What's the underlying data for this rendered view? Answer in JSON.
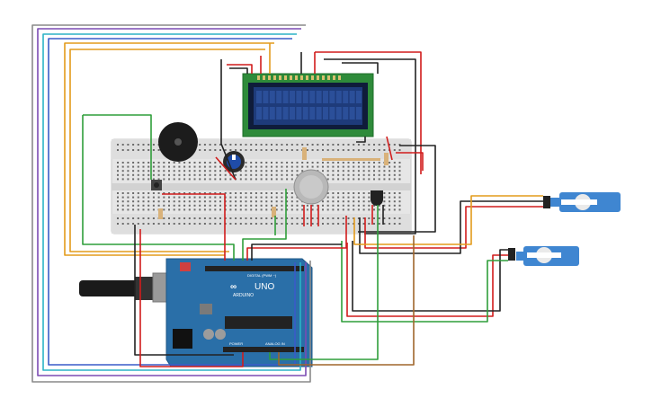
{
  "circuit": {
    "board": {
      "logo": "∞",
      "model": "UNO",
      "brand": "ARDUINO",
      "header_digital": "DIGITAL (PWM ~)",
      "header_analog": "ANALOG IN",
      "header_power": "POWER"
    },
    "colors": {
      "board": "#2a6fa8",
      "breadboard": "#e8e8e8",
      "lcd_frame": "#2e8b3a",
      "lcd_screen": "#1e3b7a",
      "servo": "#3f86d1",
      "wire_red": "#d11c1c",
      "wire_black": "#222222",
      "wire_green": "#2f9e3a",
      "wire_orange": "#e39b1c",
      "wire_purple": "#7b4bb3",
      "wire_cyan": "#2bb3c6",
      "wire_blue": "#3a5bc8",
      "wire_brown": "#a0662c",
      "wire_gray": "#8a8a8a"
    },
    "components": [
      {
        "name": "arduino-uno",
        "icon": "board-icon"
      },
      {
        "name": "breadboard",
        "icon": "breadboard-icon"
      },
      {
        "name": "lcd-16x2",
        "icon": "lcd-icon"
      },
      {
        "name": "piezo-buzzer",
        "icon": "buzzer-icon"
      },
      {
        "name": "potentiometer",
        "icon": "knob-icon"
      },
      {
        "name": "push-button",
        "icon": "button-icon"
      },
      {
        "name": "gas-sensor",
        "icon": "sensor-icon"
      },
      {
        "name": "temperature-sensor",
        "icon": "transistor-icon"
      },
      {
        "name": "servo-motor-1",
        "icon": "servo-icon"
      },
      {
        "name": "servo-motor-2",
        "icon": "servo-icon"
      },
      {
        "name": "usb-cable",
        "icon": "cable-icon"
      },
      {
        "name": "resistors",
        "icon": "resistor-icon"
      }
    ]
  }
}
